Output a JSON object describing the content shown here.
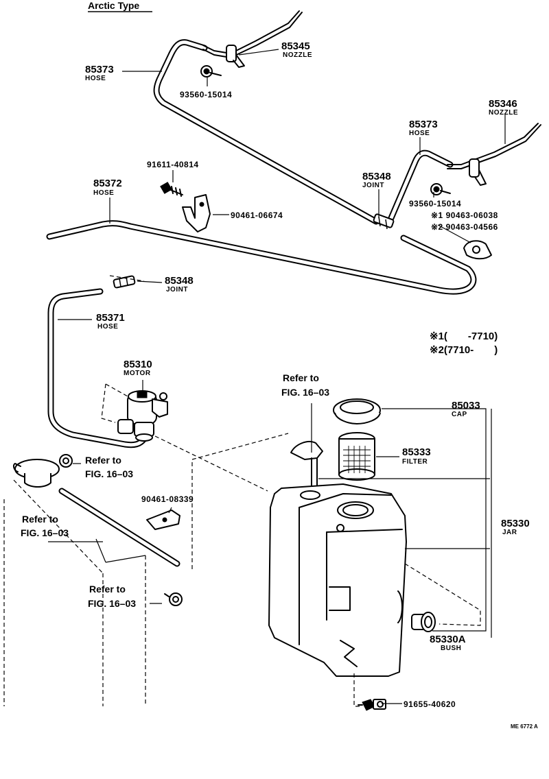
{
  "title": "Arctic Type",
  "footer_code": "ME 6772 A",
  "ref_text": "Refer to",
  "ref_fig": "FIG. 16–03",
  "legend": {
    "line1": "※1(  -7710)",
    "line2": "※2(7710-  )"
  },
  "parts": {
    "nozzle_left": {
      "num": "85345",
      "name": "NOZZLE"
    },
    "screw_left": {
      "num": "93560-15014"
    },
    "hose_top_left": {
      "num": "85373",
      "name": "HOSE"
    },
    "nozzle_right": {
      "num": "85346",
      "name": "NOZZLE"
    },
    "hose_top_right": {
      "num": "85373",
      "name": "HOSE"
    },
    "joint_top": {
      "num": "85348",
      "name": "JOINT"
    },
    "screw_right": {
      "num": "93560-15014"
    },
    "clamp1": {
      "num": "※1 90463-06038"
    },
    "clamp2": {
      "num": "※2 90463-04566"
    },
    "bolt_91611": {
      "num": "91611-40814"
    },
    "hose_long": {
      "num": "85372",
      "name": "HOSE"
    },
    "bracket_90461": {
      "num": "90461-06674"
    },
    "joint_mid": {
      "num": "85348",
      "name": "JOINT"
    },
    "hose_down": {
      "num": "85371",
      "name": "HOSE"
    },
    "motor": {
      "num": "85310",
      "name": "MOTOR"
    },
    "cap": {
      "num": "85033",
      "name": "CAP"
    },
    "filter": {
      "num": "85333",
      "name": "FILTER"
    },
    "jar": {
      "num": "85330",
      "name": "JAR"
    },
    "bush": {
      "num": "85330A",
      "name": "BUSH"
    },
    "clip_90461": {
      "num": "90461-08339"
    },
    "bolt_91655": {
      "num": "91655-40620"
    }
  }
}
